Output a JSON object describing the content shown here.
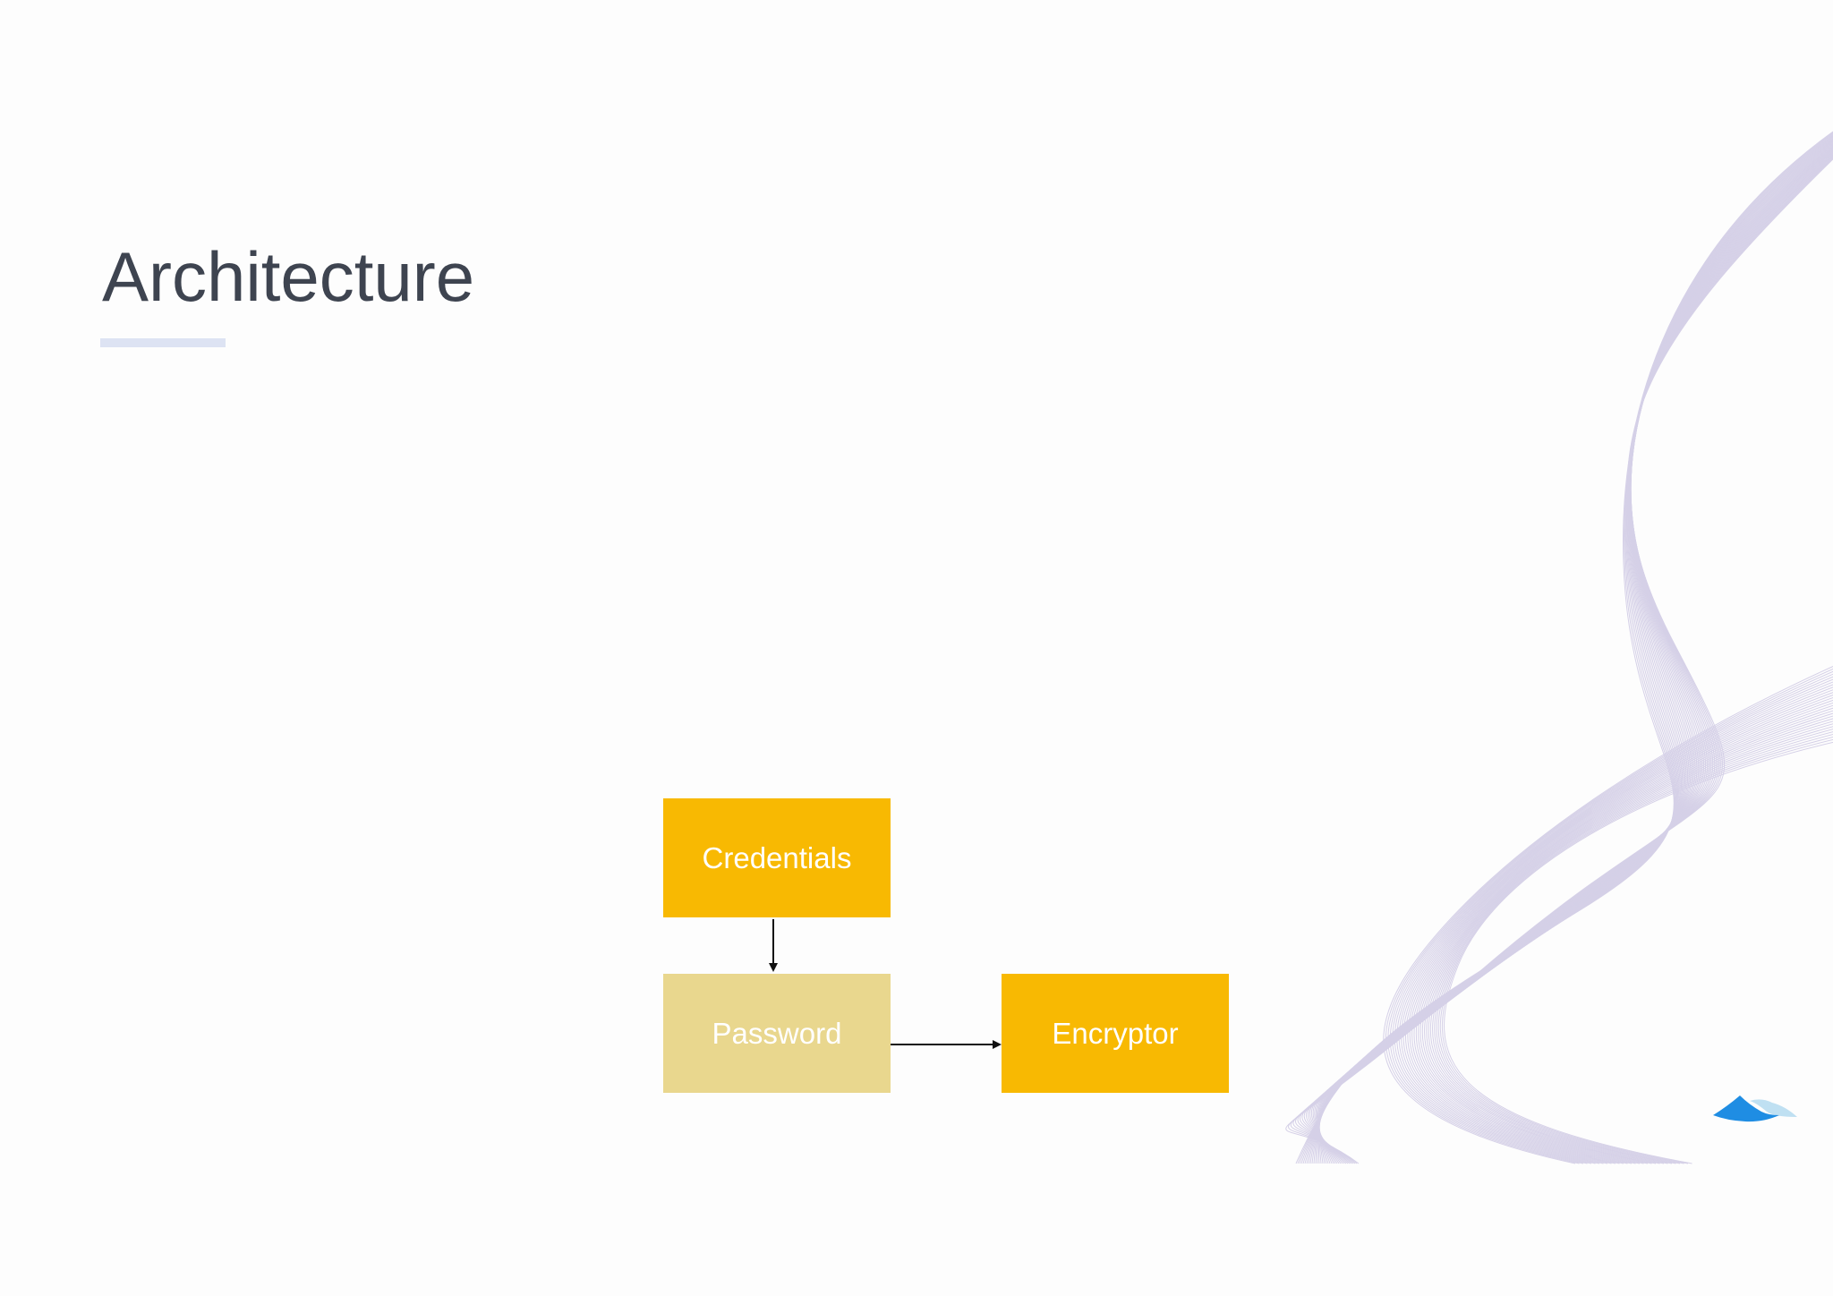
{
  "slide": {
    "title": "Architecture"
  },
  "diagram": {
    "nodes": {
      "credentials": {
        "label": "Credentials",
        "color": "#f8b902"
      },
      "password": {
        "label": "Password",
        "color": "#e9d78e"
      },
      "encryptor": {
        "label": "Encryptor",
        "color": "#f8b902"
      }
    },
    "edges": [
      {
        "from": "credentials",
        "to": "password"
      },
      {
        "from": "password",
        "to": "encryptor"
      }
    ]
  },
  "colors": {
    "title": "#3e4450",
    "underline": "#dde3f3",
    "wave": "#c8c2e0",
    "logo_dark": "#1f8de3",
    "logo_light": "#bfe0f2",
    "arrow": "#111111"
  },
  "icons": {
    "logo": "wave-logo-icon"
  }
}
